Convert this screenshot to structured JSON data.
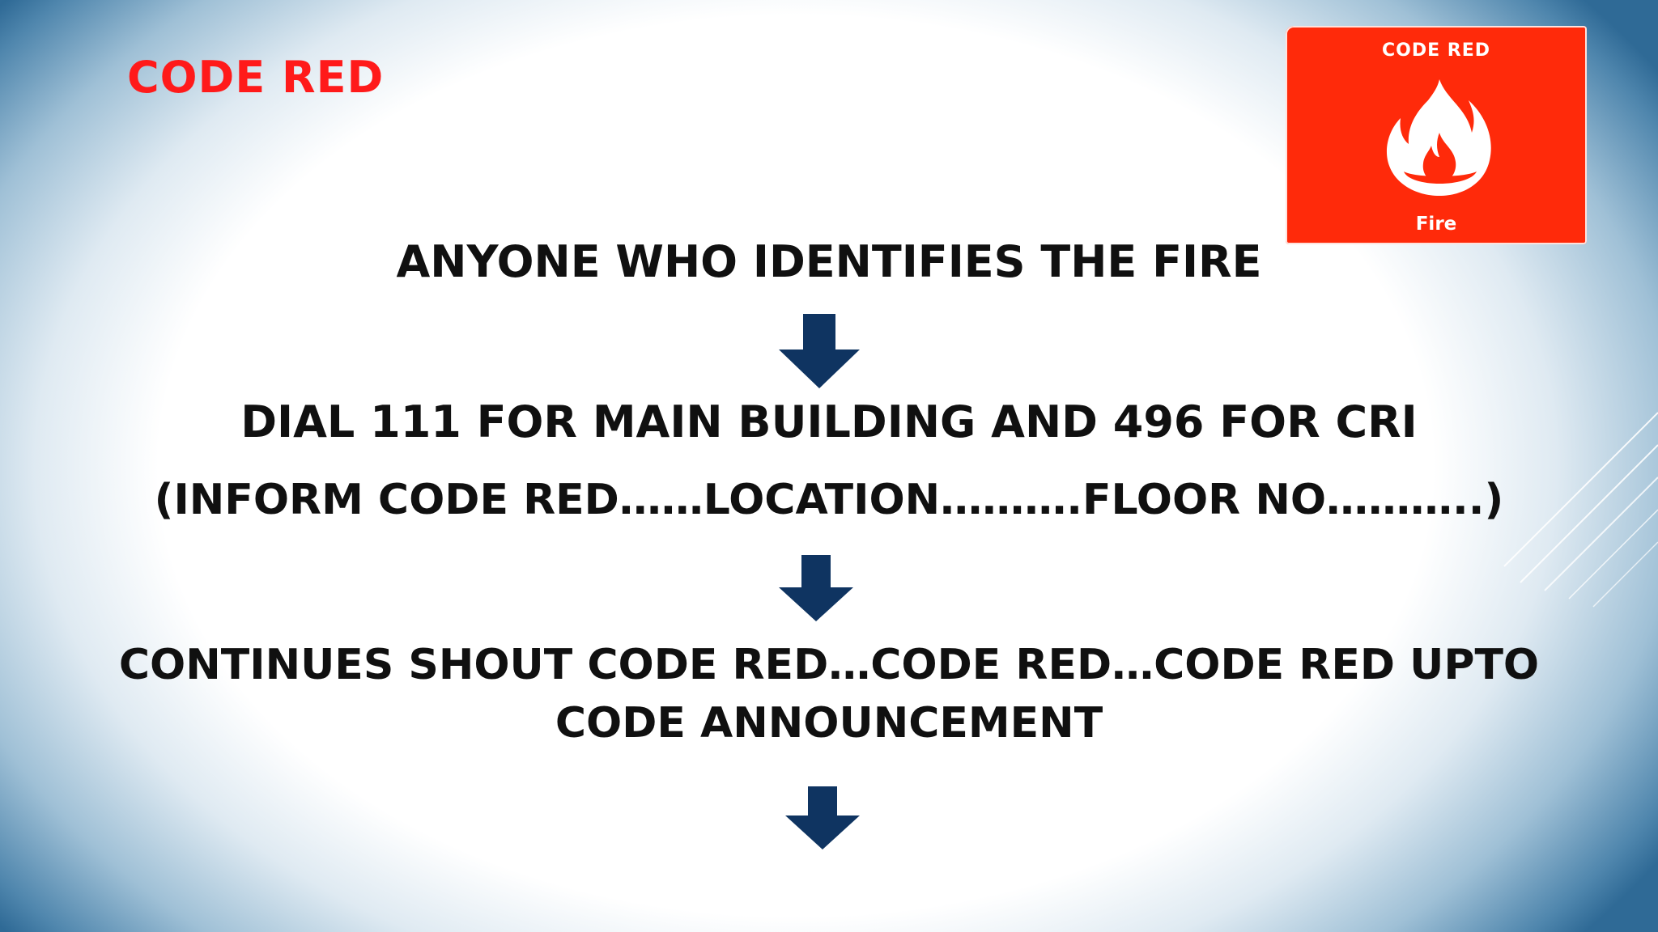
{
  "slide": {
    "title": "CODE RED",
    "badge": {
      "title": "CODE RED",
      "label": "Fire",
      "icon": "fire-icon",
      "color": "#ff2a0a"
    },
    "steps": [
      "ANYONE WHO IDENTIFIES THE FIRE",
      "DIAL 111 FOR MAIN BUILDING AND 496 FOR CRI",
      "(INFORM CODE RED……LOCATION……….FLOOR NO………..)",
      "CONTINUES SHOUT CODE RED…CODE RED…CODE RED UPTO",
      "CODE ANNOUNCEMENT"
    ],
    "arrow_color": "#0f3461",
    "title_color": "#ff1a1a"
  }
}
